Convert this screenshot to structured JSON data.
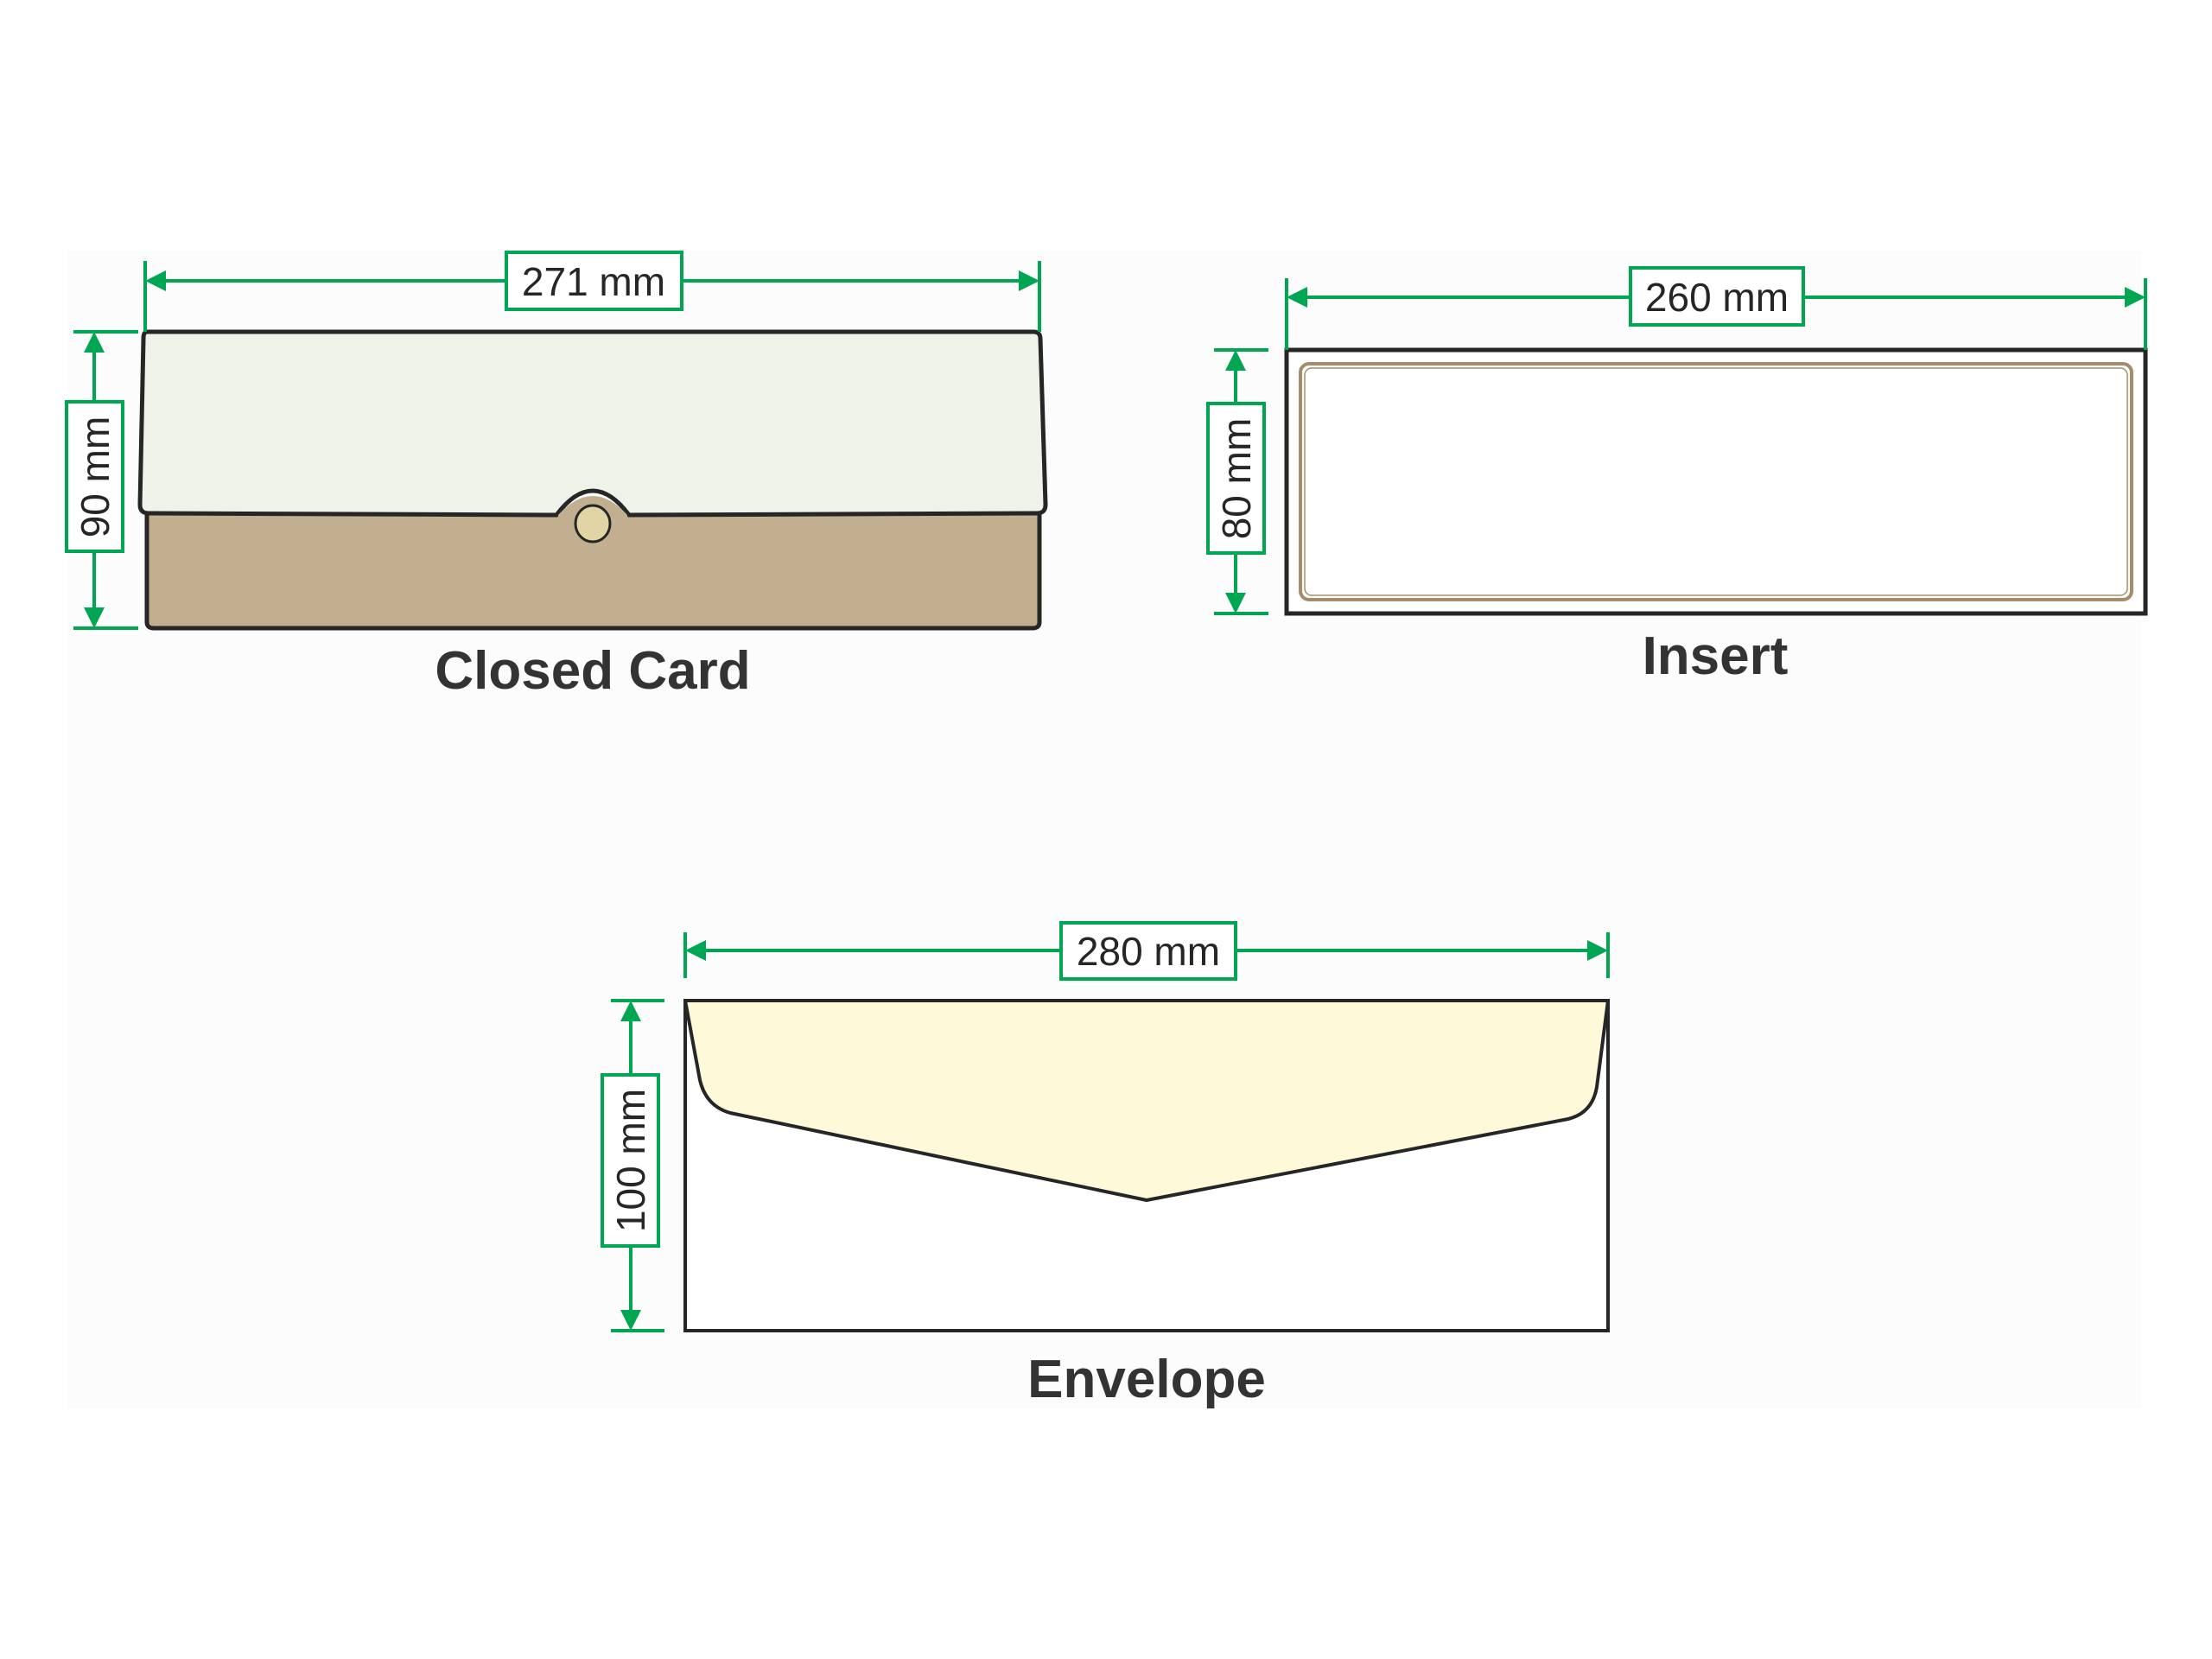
{
  "closed_card": {
    "title": "Closed Card",
    "width_label": "271 mm",
    "height_label": "90 mm"
  },
  "insert": {
    "title": "Insert",
    "width_label": "260 mm",
    "height_label": "80 mm"
  },
  "envelope": {
    "title": "Envelope",
    "width_label": "280 mm",
    "height_label": "100 mm"
  },
  "colors": {
    "dimension": "#00a651",
    "card_top": "#eff2e9",
    "card_bottom": "#c2af8f",
    "button": "#e1d5a6",
    "insert_border": "#a58d6a",
    "envelope_flap": "#fef9d9",
    "outline": "#262626"
  }
}
